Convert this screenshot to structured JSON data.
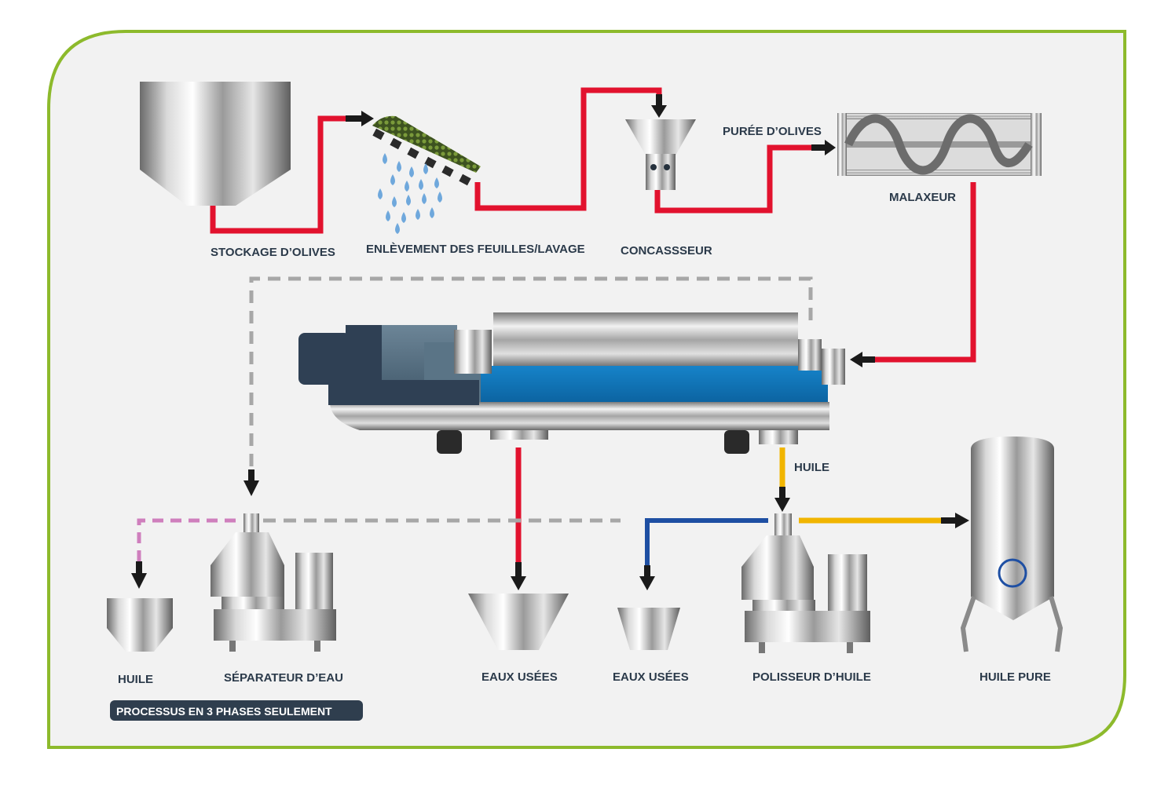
{
  "labels": {
    "storage": "STOCKAGE D’OLIVES",
    "washing": "ENLÈVEMENT DES FEUILLES/LAVAGE",
    "crusher": "CONCASSSEUR",
    "puree": "PURÉE D’OLIVES",
    "mixer": "MALAXEUR",
    "oil_out": "HUILE",
    "oil_bin": "HUILE",
    "water_separator": "SÉPARATEUR D’EAU",
    "waste_water_1": "EAUX USÉES",
    "waste_water_2": "EAUX USÉES",
    "oil_polisher": "POLISSEUR D’HUILE",
    "pure_oil": "HUILE PURE"
  },
  "badge": "PROCESSUS EN 3 PHASES SEULEMENT",
  "colors": {
    "frame": "#8dba2c",
    "puree_line": "#e2122e",
    "oil_line": "#f1b500",
    "water_line": "#1e4fa3",
    "dashed_grey": "#a7a7a7",
    "dashed_pink": "#cf7fbd",
    "arrow": "#1a1a1a",
    "label_text": "#2b3a4a",
    "badge_bg": "#2f3e4e",
    "decanter_blue": "#0f6fb0",
    "motor_dark": "#2f4054",
    "motor_mid": "#5a7486"
  },
  "icons": [
    "storage-hopper",
    "washing-conveyor",
    "water-droplets",
    "crusher-funnel",
    "mixer-screw",
    "decanter-centrifuge",
    "separator-centrifuge",
    "collection-bin",
    "storage-tank"
  ]
}
